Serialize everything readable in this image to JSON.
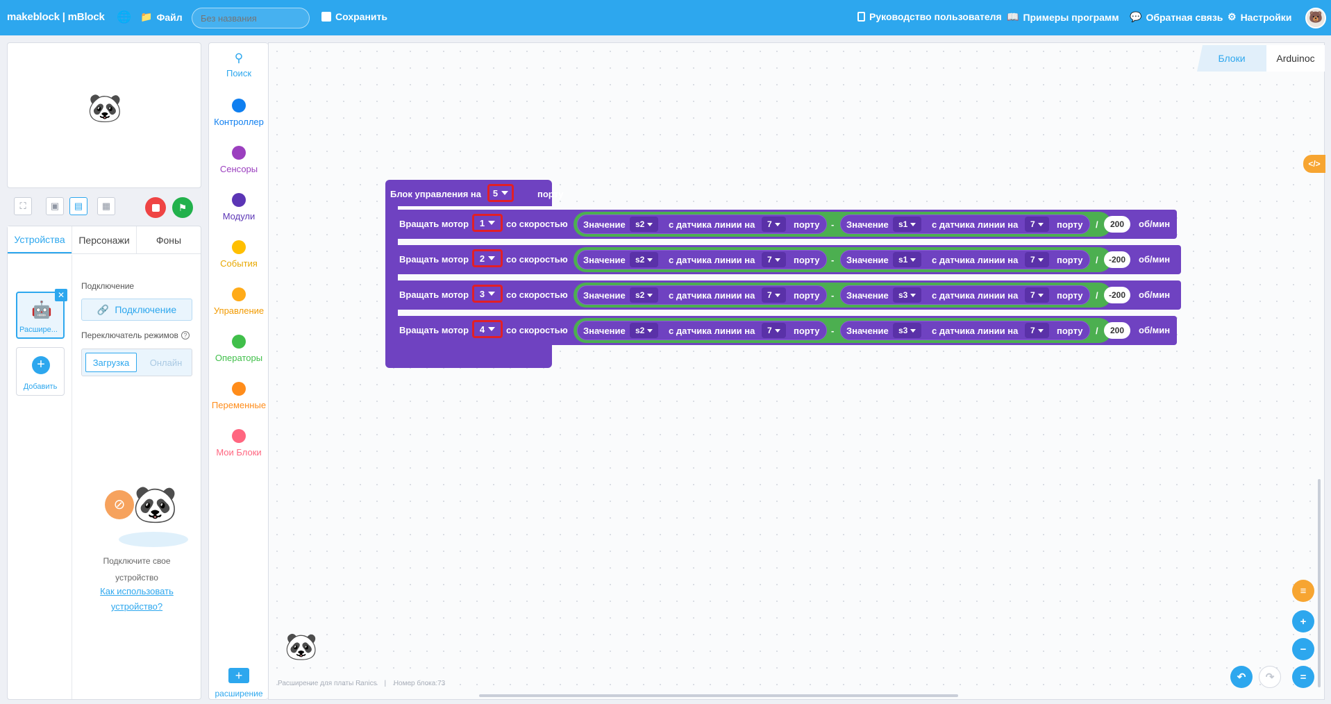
{
  "topbar": {
    "logo": "makeblock | mBlock",
    "file_label": "Файл",
    "project_name": "",
    "project_placeholder": "Без названия",
    "save_label": "Сохранить",
    "guide_label": "Руководство пользователя",
    "examples_label": "Примеры программ",
    "feedback_label": "Обратная связь",
    "settings_label": "Настройки"
  },
  "left": {
    "tabs": [
      "Устройства",
      "Персонажи",
      "Фоны"
    ],
    "device_label": "Расшире...",
    "add_label": "Добавить",
    "connect_section": "Подключение",
    "connect_button": "Подключение",
    "mode_switch_label": "Переключатель режимов",
    "mode_upload": "Загрузка",
    "mode_live": "Онлайн",
    "hint": "Подключите свое устройство",
    "how_link": "Как использовать устройство?"
  },
  "categories": [
    {
      "label": "Поиск",
      "color": "#2da7ee"
    },
    {
      "label": "Контроллер",
      "color": "#0f7ff0"
    },
    {
      "label": "Сенсоры",
      "color": "#9b3fbf"
    },
    {
      "label": "Модули",
      "color": "#5b35b5"
    },
    {
      "label": "События",
      "color": "#ffbf00"
    },
    {
      "label": "Управление",
      "color": "#ffab19"
    },
    {
      "label": "Операторы",
      "color": "#40bf4a"
    },
    {
      "label": "Переменные",
      "color": "#ff8c1a"
    },
    {
      "label": "Мои Блоки",
      "color": "#ff6680"
    }
  ],
  "extension_label": "расширение",
  "mode_tabs": {
    "blocks": "Блоки",
    "arduino": "Arduinoc"
  },
  "code_tab": "</>",
  "hat": {
    "label": "Блок управления на",
    "port": "5",
    "suffix": "порту"
  },
  "rows": [
    {
      "label": "Вращать мотор",
      "motor": "1",
      "speed_label": "со скоростью",
      "s_left": "s2",
      "s_right": "s1",
      "port_left": "7",
      "port_right": "7",
      "value": "200"
    },
    {
      "label": "Вращать мотор",
      "motor": "2",
      "speed_label": "со скоростью",
      "s_left": "s2",
      "s_right": "s1",
      "port_left": "7",
      "port_right": "7",
      "value": "-200"
    },
    {
      "label": "Вращать мотор",
      "motor": "3",
      "speed_label": "со скоростью",
      "s_left": "s2",
      "s_right": "s3",
      "port_left": "7",
      "port_right": "7",
      "value": "-200"
    },
    {
      "label": "Вращать мотор",
      "motor": "4",
      "speed_label": "со скоростью",
      "s_left": "s2",
      "s_right": "s3",
      "port_left": "7",
      "port_right": "7",
      "value": "200"
    }
  ],
  "expr_text": {
    "value": "Значение",
    "from_sensor": "с датчика линии на",
    "port": "порту",
    "minus": "-",
    "divide": "/",
    "unit": "об/мин"
  },
  "footer": {
    "extension_note": "Расширение для платы Ranics",
    "block_count": "Номер блока:73"
  }
}
